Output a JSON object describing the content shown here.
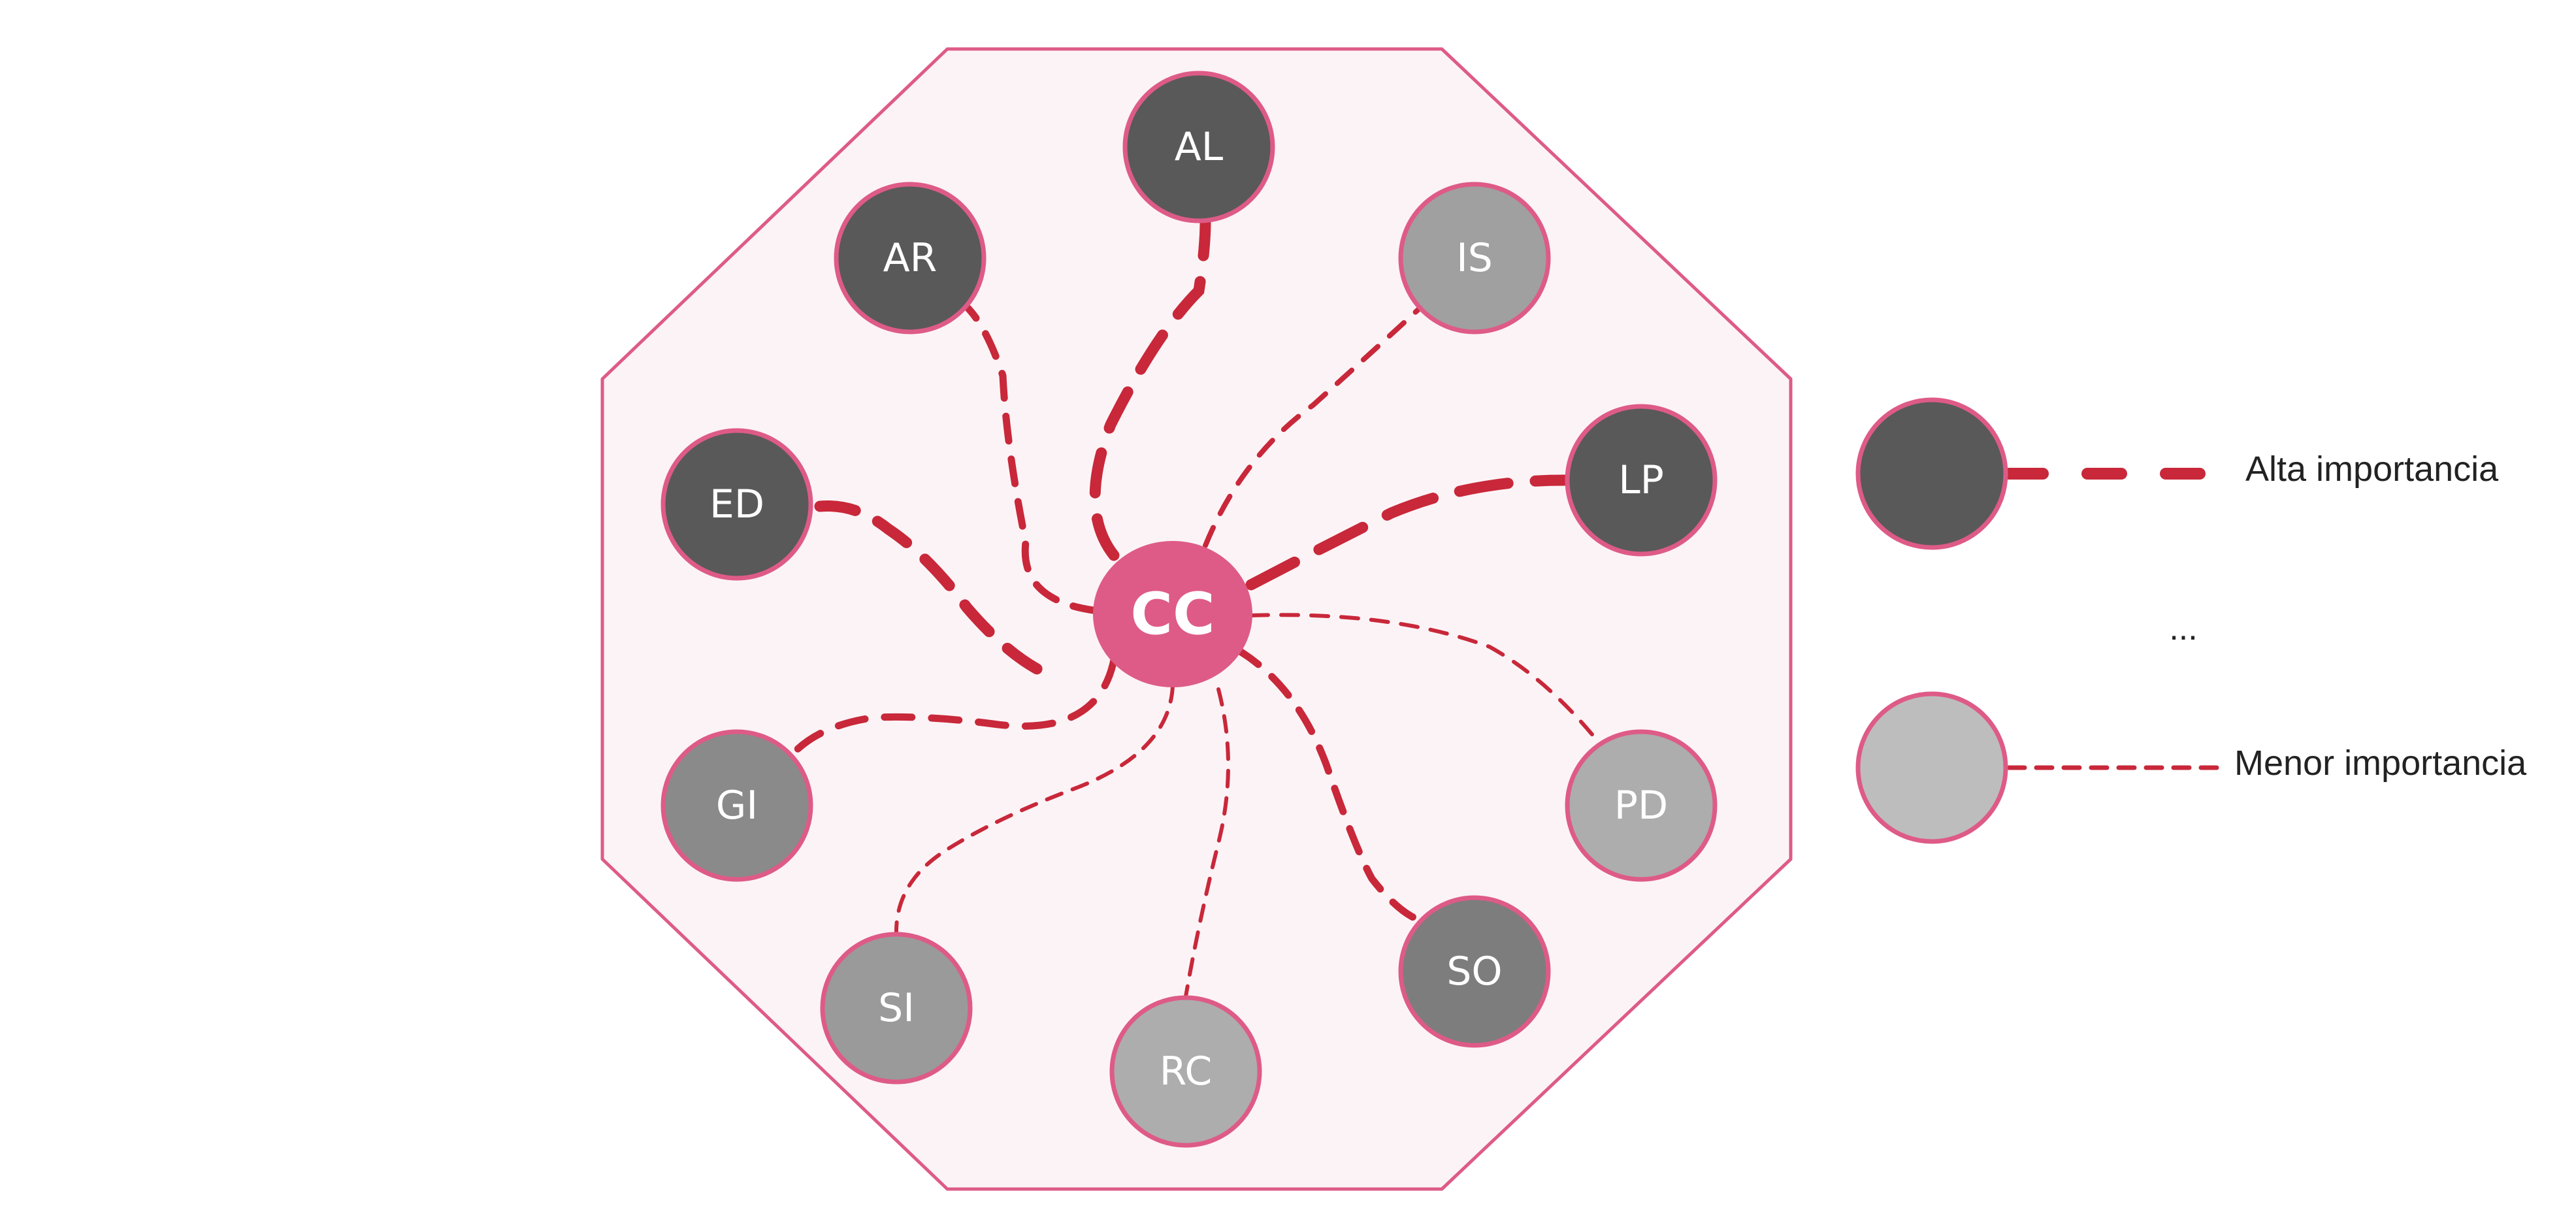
{
  "colors": {
    "octagon_fill": "#fcf3f6",
    "octagon_stroke": "#de5b87",
    "node_stroke": "#de5b87",
    "center_fill": "#de5b87",
    "edge": "#c8283a",
    "text_dark": "#222222"
  },
  "center": {
    "label": "CC"
  },
  "nodes": [
    {
      "id": "AL",
      "label": "AL",
      "fill": "#595959",
      "importance": "high"
    },
    {
      "id": "AR",
      "label": "AR",
      "fill": "#595959",
      "importance": "medium-high"
    },
    {
      "id": "IS",
      "label": "IS",
      "fill": "#a0a0a0",
      "importance": "low"
    },
    {
      "id": "ED",
      "label": "ED",
      "fill": "#595959",
      "importance": "high"
    },
    {
      "id": "LP",
      "label": "LP",
      "fill": "#595959",
      "importance": "high"
    },
    {
      "id": "GI",
      "label": "GI",
      "fill": "#8a8a8a",
      "importance": "medium"
    },
    {
      "id": "PD",
      "label": "PD",
      "fill": "#adadad",
      "importance": "low"
    },
    {
      "id": "SI",
      "label": "SI",
      "fill": "#9a9a9a",
      "importance": "low"
    },
    {
      "id": "SO",
      "label": "SO",
      "fill": "#7d7d7d",
      "importance": "medium"
    },
    {
      "id": "RC",
      "label": "RC",
      "fill": "#adadad",
      "importance": "low"
    }
  ],
  "legend": {
    "high": {
      "label": "Alta importancia",
      "fill": "#595959"
    },
    "ellipsis": "...",
    "low": {
      "label": "Menor importancia",
      "fill": "#bdbdbd"
    }
  }
}
